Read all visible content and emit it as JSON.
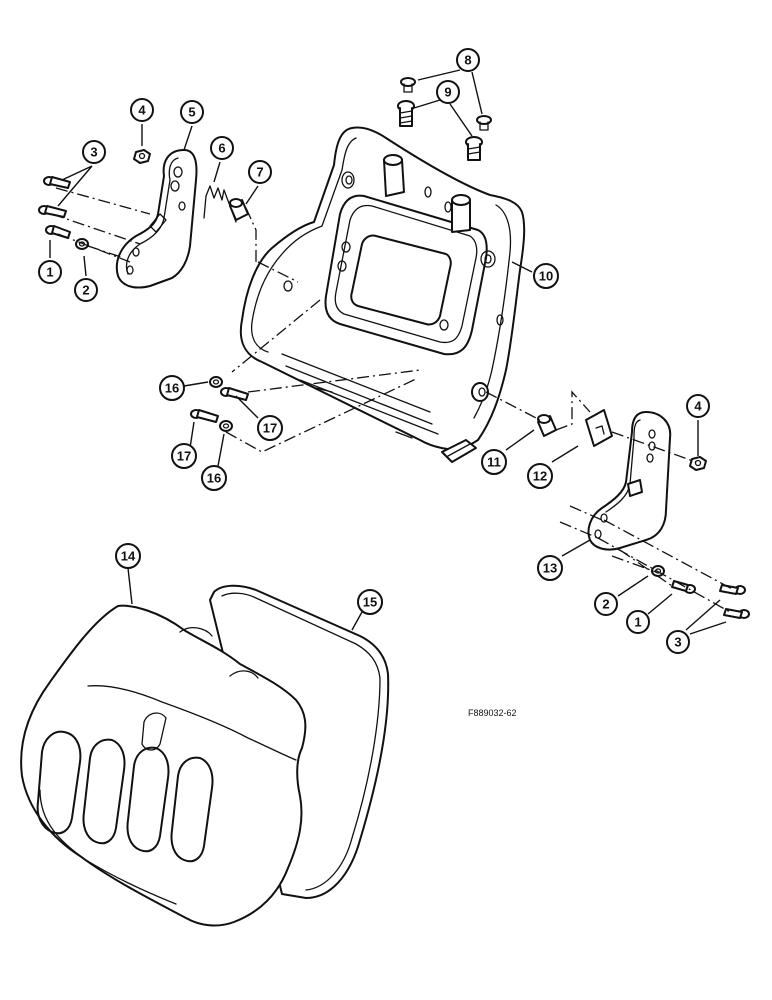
{
  "figure_code": "F889032-62",
  "callouts": [
    {
      "id": "c1a",
      "label": "1"
    },
    {
      "id": "c2a",
      "label": "2"
    },
    {
      "id": "c3a",
      "label": "3"
    },
    {
      "id": "c4a",
      "label": "4"
    },
    {
      "id": "c5",
      "label": "5"
    },
    {
      "id": "c6",
      "label": "6"
    },
    {
      "id": "c7",
      "label": "7"
    },
    {
      "id": "c8",
      "label": "8"
    },
    {
      "id": "c9",
      "label": "9"
    },
    {
      "id": "c10",
      "label": "10"
    },
    {
      "id": "c11",
      "label": "11"
    },
    {
      "id": "c12",
      "label": "12"
    },
    {
      "id": "c13",
      "label": "13"
    },
    {
      "id": "c14",
      "label": "14"
    },
    {
      "id": "c15",
      "label": "15"
    },
    {
      "id": "c16a",
      "label": "16"
    },
    {
      "id": "c16b",
      "label": "16"
    },
    {
      "id": "c17a",
      "label": "17"
    },
    {
      "id": "c17b",
      "label": "17"
    },
    {
      "id": "c4b",
      "label": "4"
    },
    {
      "id": "c2b",
      "label": "2"
    },
    {
      "id": "c1b",
      "label": "1"
    },
    {
      "id": "c3b",
      "label": "3"
    }
  ]
}
